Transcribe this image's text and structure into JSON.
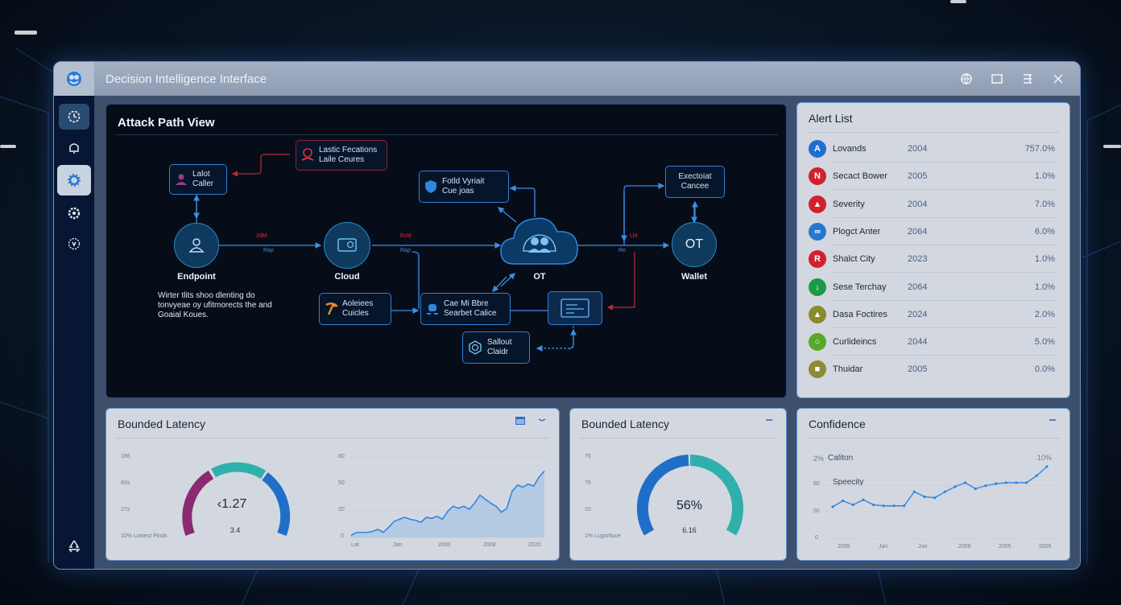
{
  "window": {
    "title": "Decision Intelligence Interface",
    "controls": [
      "globe-icon",
      "maximize-icon",
      "layout-icon",
      "close-icon"
    ]
  },
  "sidebar": {
    "items": [
      {
        "icon": "clock-gear-icon",
        "state": "highlight"
      },
      {
        "icon": "bell-icon"
      },
      {
        "icon": "settings-gear-icon",
        "state": "active"
      },
      {
        "icon": "cog-icon"
      },
      {
        "icon": "shield-cog-icon"
      }
    ],
    "bottom_icon": "recycle-icon"
  },
  "attack_path": {
    "title": "Attack Path View",
    "nodes": {
      "latest_caller": {
        "line1": "Lalot",
        "line2": "Caller"
      },
      "lattice": {
        "line1": "Lastic Fecations",
        "line2": "Laile Ceures"
      },
      "field_variant": {
        "line1": "Fotld Vyriait",
        "line2": "Cue joas"
      },
      "executive": {
        "line1": "Exectoiat",
        "line2": "Cancee"
      },
      "endpoint": "Endpoint",
      "cloud": "Cloud",
      "ot_cloud": "OT",
      "wallet_circle": "OT",
      "wallet": "Wallet",
      "agencies": {
        "line1": "Aoleiees",
        "line2": "Cuicles"
      },
      "cache": {
        "line1": "Cae Mi Bbre",
        "line2": "Searbet Calice"
      },
      "sailout": {
        "line1": "Sallout",
        "line2": "Claidr"
      }
    },
    "edge_labels": {
      "e1_top": "2dM",
      "e1_bottom": "Rap",
      "e2_top": "Ecld",
      "e2_bottom": "Rap",
      "e3_top": "Lht",
      "e3_bottom": "Re"
    },
    "description": "Wirter tlits shoo dlenting do tonvyeae oy ufitmorects the and Goaial Koues."
  },
  "alert_list": {
    "title": "Alert List",
    "rows": [
      {
        "name": "Lovands",
        "year": "2004",
        "pct": "757.0%",
        "color": "#1f6fcf",
        "glyph": "A"
      },
      {
        "name": "Secact Bower",
        "year": "2005",
        "pct": "1.0%",
        "color": "#d3202f",
        "glyph": "N"
      },
      {
        "name": "Severity",
        "year": "2004",
        "pct": "7.0%",
        "color": "#d3202f",
        "glyph": "▲"
      },
      {
        "name": "Plogct Anter",
        "year": "2064",
        "pct": "6.0%",
        "color": "#2478d0",
        "glyph": "∞"
      },
      {
        "name": "Shalct City",
        "year": "2023",
        "pct": "1.0%",
        "color": "#d3202f",
        "glyph": "R"
      },
      {
        "name": "Sese Terchay",
        "year": "2064",
        "pct": "1.0%",
        "color": "#1a9a48",
        "glyph": "↓"
      },
      {
        "name": "Dasa Foctires",
        "year": "2024",
        "pct": "2.0%",
        "color": "#8a8a2a",
        "glyph": "▲"
      },
      {
        "name": "Curlideincs",
        "year": "2044",
        "pct": "5.0%",
        "color": "#55a82a",
        "glyph": "○"
      },
      {
        "name": "Thuidar",
        "year": "2005",
        "pct": "0.0%",
        "color": "#8f8a38",
        "glyph": "■"
      }
    ]
  },
  "latency_panel_1": {
    "title": "Bounded Latency",
    "gauge": {
      "value": "‹1.27",
      "sub": "3.4",
      "axis": [
        "186",
        "60s",
        "27s"
      ],
      "footer": "10% Lowest Pinds",
      "segments": [
        "#8b2a72",
        "#2fb0aa",
        "#1f6fc8"
      ]
    },
    "header_icons": [
      "window-icon",
      "chevron-down-icon"
    ]
  },
  "latency_panel_2": {
    "title": "Bounded Latency",
    "gauge": {
      "value": "56%",
      "sub": "6.16",
      "axis": [
        "76",
        "76",
        "10"
      ],
      "footer": "1% Lugorltuce",
      "segments": [
        "#1f6fc8",
        "#2fb0aa"
      ]
    },
    "header_icon": "minus-icon"
  },
  "confidence_panel": {
    "title": "Confidence",
    "header_icon": "minus-icon",
    "labels": {
      "top_left": "2%",
      "series_a": "Caliton",
      "series_b": "Speecity",
      "top_right": "10%"
    }
  },
  "chart_data": [
    {
      "type": "area",
      "title": "Bounded Latency",
      "y_ticks": [
        "0",
        "20",
        "50",
        "80"
      ],
      "x_ticks": [
        "Lat",
        "Jan",
        "2000",
        "2008",
        "2020"
      ],
      "ylim": [
        0,
        80
      ],
      "x": [
        0,
        1,
        2,
        3,
        4,
        5,
        6,
        7,
        8,
        9,
        10,
        11,
        12,
        13,
        14,
        15,
        16,
        17,
        18,
        19,
        20,
        21,
        22,
        23,
        24,
        25,
        26,
        27,
        28,
        29,
        30,
        31,
        32,
        33,
        34,
        35,
        36
      ],
      "values": [
        2,
        5,
        5,
        5,
        6,
        8,
        5,
        10,
        16,
        18,
        20,
        18,
        17,
        15,
        20,
        19,
        21,
        18,
        26,
        31,
        29,
        31,
        28,
        34,
        42,
        38,
        34,
        31,
        25,
        29,
        46,
        52,
        50,
        53,
        51,
        60,
        66
      ],
      "grid": true,
      "color": "#2f86e0"
    },
    {
      "type": "line",
      "title": "Confidence",
      "y_ticks": [
        "0",
        "50",
        "80",
        "2%"
      ],
      "x_ticks": [
        "2005",
        "Jan",
        "Juo",
        "2006",
        "2005",
        "2005"
      ],
      "series": [
        {
          "name": "Speecity",
          "values": [
            32,
            38,
            34,
            39,
            34,
            33,
            33,
            33,
            47,
            42,
            41,
            47,
            52,
            56,
            50,
            53,
            55,
            56,
            56,
            56,
            63,
            72
          ]
        }
      ],
      "top_right_label": "10%",
      "grid": true,
      "color": "#2f86e0"
    }
  ]
}
